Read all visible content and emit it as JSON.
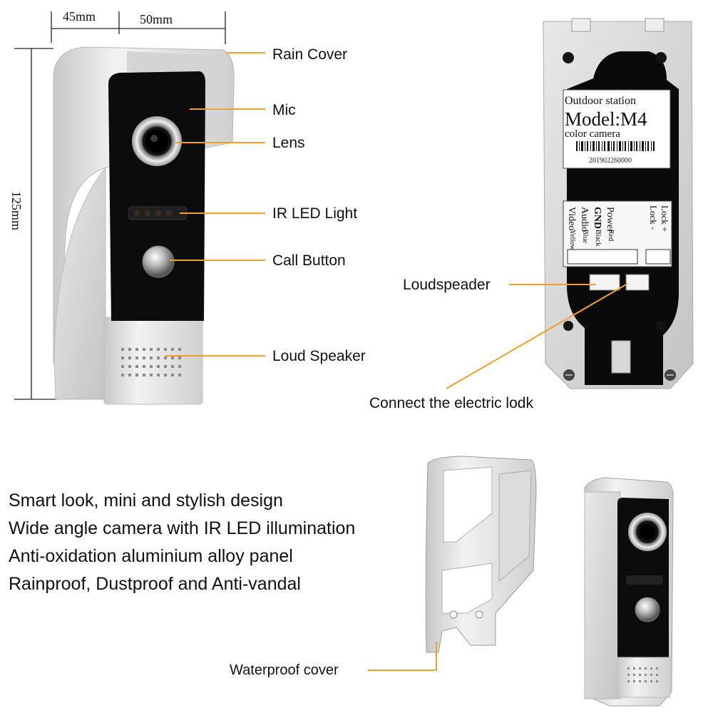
{
  "dimensions": {
    "width_left": "45mm",
    "width_right": "50mm",
    "height": "125mm"
  },
  "callouts": {
    "rain_cover": "Rain Cover",
    "mic": "Mic",
    "lens": "Lens",
    "ir_led": "IR LED Light",
    "call_button": "Call Button",
    "loud_speaker": "Loud Speaker",
    "loudspeader": "Loudspeader",
    "electric_lock": "Connect the electric lodk",
    "waterproof_cover": "Waterproof cover"
  },
  "back_plate": {
    "line1": "Outdoor station",
    "model": "Model:M4",
    "line3": "color camera",
    "serial": "201902260000",
    "wires": [
      "Video",
      "Audio",
      "GND",
      "Power"
    ],
    "wire_colors": [
      "Yellow",
      "Blue",
      "Black",
      "Red"
    ],
    "lock_terminals": [
      "Lock -",
      "Lock +"
    ]
  },
  "features": [
    "Smart look, mini and stylish design",
    "Wide angle camera with IR LED illumination",
    "Anti-oxidation aluminium alloy panel",
    "Rainproof, Dustproof and Anti-vandal"
  ],
  "colors": {
    "leader_line": "#f0a030",
    "aluminium": "#d9d9d9",
    "panel": "#0d0d0d"
  }
}
